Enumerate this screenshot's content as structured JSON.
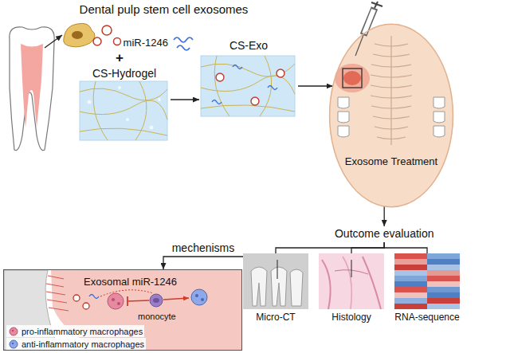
{
  "diagram": {
    "nodes": [
      {
        "text": [
          "Dental pulp stem cell exosomes",
          "miR-1246"
        ]
      },
      {
        "text": [
          "CS-Hydrogel"
        ]
      },
      {
        "text": [
          "CS-Exo"
        ]
      },
      {
        "text": [
          "Exosome Treatment"
        ]
      },
      {
        "text": [
          "Outcome evaluation"
        ]
      },
      {
        "text": [
          "Micro-CT"
        ]
      },
      {
        "text": [
          "Histology"
        ]
      },
      {
        "text": [
          "RNA-sequence"
        ]
      },
      {
        "text": [
          "Exosomal miR-1246",
          "monocyte"
        ]
      }
    ],
    "edges": [
      {
        "from": 1,
        "to": 2,
        "arrow": "to"
      },
      {
        "from": 2,
        "to": 3,
        "arrow": "to"
      },
      {
        "from": 3,
        "to": 4,
        "arrow": "to"
      },
      {
        "from": 4,
        "to": 5,
        "arrow": "none"
      },
      {
        "from": 4,
        "to": 6,
        "arrow": "none"
      },
      {
        "from": 4,
        "to": 7,
        "arrow": "none"
      },
      {
        "from": 5,
        "to": 8,
        "label": "mechenisms",
        "arrow": "to"
      }
    ],
    "labels": [
      "+"
    ],
    "legend": [
      {
        "text": "pro-inflammatory macrophages"
      },
      {
        "text": "anti-inflammatory macrophages"
      }
    ]
  }
}
